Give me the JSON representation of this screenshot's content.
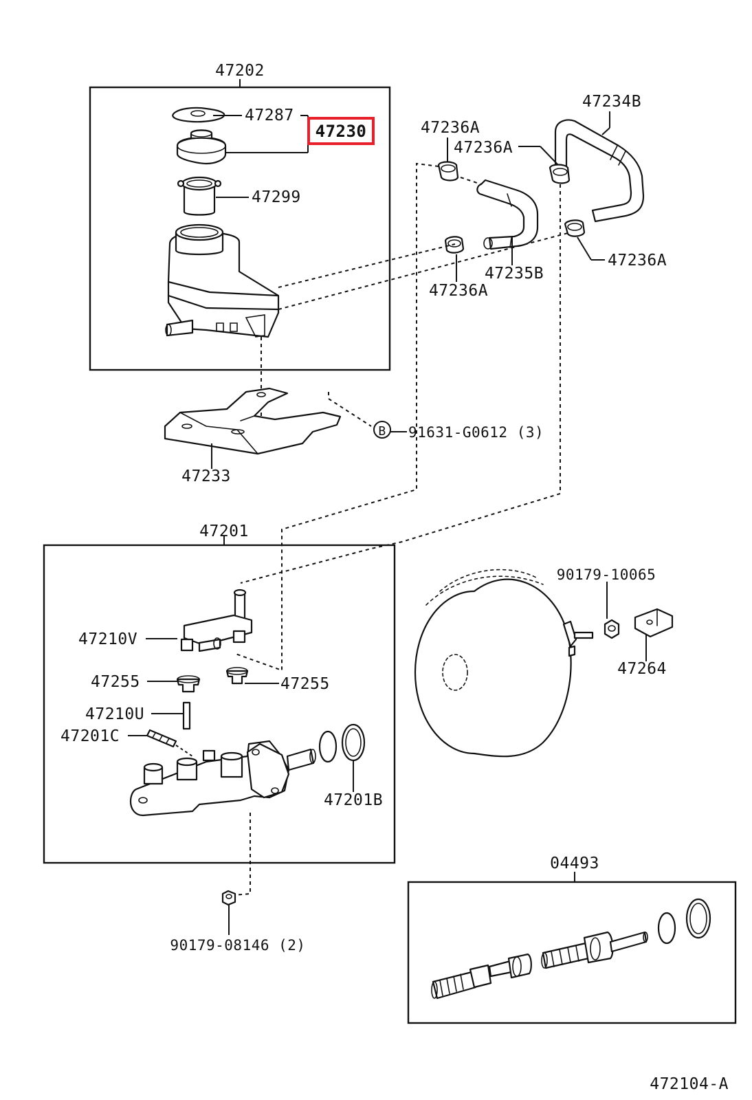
{
  "highlight_color": "#e8202a",
  "groups": {
    "reservoir": "47202",
    "master_cylinder": "47201",
    "kit": "04493"
  },
  "parts": {
    "cap_gasket": "47287",
    "reservoir_cap": "47230",
    "strainer": "47299",
    "clip_a1": "47236A",
    "clip_a2": "47236A",
    "clip_a3": "47236A",
    "clip_a4": "47236A",
    "hose_upper": "47234B",
    "hose_lower": "47235B",
    "bracket": "47233",
    "bolt_b": "91631-G0612 (3)",
    "bolt_b_marker": "B",
    "union_v": "47210V",
    "grommet_left": "47255",
    "grommet_right": "47255",
    "pin_u": "47210U",
    "pin_c": "47201C",
    "oring_b": "47201B",
    "nut_booster": "90179-10065",
    "clevis": "47264",
    "nut_mc": "90179-08146 (2)"
  },
  "diagram_id": "472104-A"
}
